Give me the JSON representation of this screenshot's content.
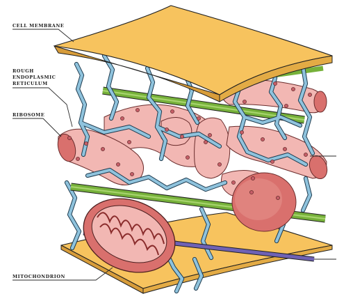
{
  "labels": {
    "cell_membrane": "CELL MEMBRANE",
    "rough_er_line1": "ROUGH",
    "rough_er_line2": "ENDOPLASMIC",
    "rough_er_line3": "RETICULUM",
    "ribosome": "RIBOSOME",
    "mitochondrion": "MITOCHONDRION"
  },
  "colors": {
    "membrane": "#f7c35e",
    "microtubule": "#76b13a",
    "intermediate_filament": "#6f62b4",
    "filament_web": "#8fc3dd",
    "er": "#f2b7b3",
    "mitochondrion": "#d9706d"
  }
}
